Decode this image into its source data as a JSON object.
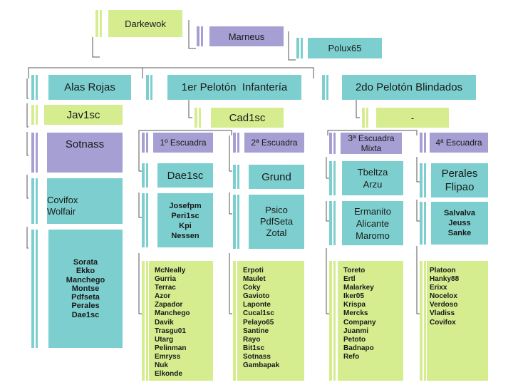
{
  "colors": {
    "green": "#d5ec8f",
    "teal": "#7dcfcf",
    "purple": "#a69fd3",
    "line": "#555555"
  },
  "hierarchy": {
    "top": [
      "Darkewok",
      "Marneus",
      "Polux65"
    ],
    "divisions": {
      "alas_rojas": {
        "title": "Alas Rojas",
        "leader": "Jav1sc",
        "sub": "Sotnass",
        "members1": [
          "Covifox",
          "Wolfair"
        ],
        "members2": [
          "Sorata",
          "Ekko",
          "Manchego",
          "Montse",
          "Pdfseta",
          "Perales",
          "Dae1sc"
        ]
      },
      "primer_peloton": {
        "title": "1er Pelotón  Infantería",
        "leader": "Cad1sc",
        "squads": [
          {
            "name": "1º Escuadra",
            "leader": "Dae1sc",
            "subleaders": [
              "Josefpm",
              "Peri1sc",
              "Kpi",
              "Nessen"
            ],
            "members": [
              "McNeally",
              "Gurria",
              "Terrac",
              "Azor",
              "Zapador",
              "Manchego",
              "Davik",
              "Trasgu01",
              "Utarg",
              "Pelinman",
              "Emryss",
              "Nuk",
              "Elkonde"
            ]
          },
          {
            "name": "2ª Escuadra",
            "leader": "Grund",
            "subleaders": [
              "Psico",
              "PdfSeta",
              "Zotal"
            ],
            "members": [
              "Erpoti",
              "Maulet",
              "Coky",
              "Gavioto",
              "Laponte",
              "Cucal1sc",
              "Pelayo65",
              "Santine",
              "Rayo",
              "Bit1sc",
              "Sotnass",
              "Gambapak"
            ]
          }
        ]
      },
      "segundo_peloton": {
        "title": "2do Pelotón Blindados",
        "leader": "-",
        "squads": [
          {
            "name_lines": [
              "3ª Escuadra",
              "Mixta"
            ],
            "leader_lines": [
              "Tbeltza",
              "Arzu"
            ],
            "subleaders": [
              "Ermanito",
              "Alicante",
              "Maromo"
            ],
            "members": [
              "Toreto",
              "Ertl",
              "Malarkey",
              "Iker05",
              "Krispa",
              "Mercks",
              "Company",
              "Juanmi",
              "Petoto",
              "Badnapo",
              "Refo"
            ]
          },
          {
            "name": "4ª Escuadra",
            "leader_lines": [
              "Perales",
              "Flipao"
            ],
            "subleaders": [
              "Salvalva",
              "Jeuss",
              "Sanke"
            ],
            "members": [
              "Platoon",
              "Hanky88",
              "Erixx",
              "Nocelox",
              "Verdoso",
              "Vladiss",
              "Covifox"
            ]
          }
        ]
      }
    }
  }
}
